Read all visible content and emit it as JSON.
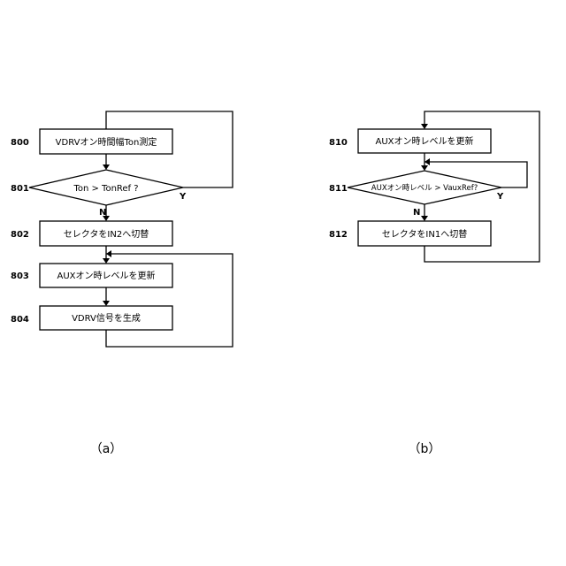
{
  "diagram": {
    "left_flowchart": {
      "caption": "（a）",
      "steps": [
        {
          "id": "800",
          "text": "VDRVオン時間幅Ton測定",
          "shape": "process"
        },
        {
          "id": "801",
          "text": "Ton > TonRef ?",
          "shape": "decision"
        },
        {
          "id": "802",
          "text": "セレクタをIN2へ切替",
          "shape": "process"
        },
        {
          "id": "803",
          "text": "AUXオン時レベルを更新",
          "shape": "process"
        },
        {
          "id": "804",
          "text": "VDRV信号を生成",
          "shape": "process"
        }
      ],
      "decision_labels": {
        "no": "N",
        "yes": "Y"
      }
    },
    "right_flowchart": {
      "caption": "（b）",
      "steps": [
        {
          "id": "810",
          "text": "AUXオン時レベルを更新",
          "shape": "process"
        },
        {
          "id": "811",
          "text": "AUXオン時レベル > VauxRef?",
          "shape": "decision"
        },
        {
          "id": "812",
          "text": "セレクタをIN1へ切替",
          "shape": "process"
        }
      ],
      "decision_labels": {
        "no": "N",
        "yes": "Y"
      }
    }
  }
}
